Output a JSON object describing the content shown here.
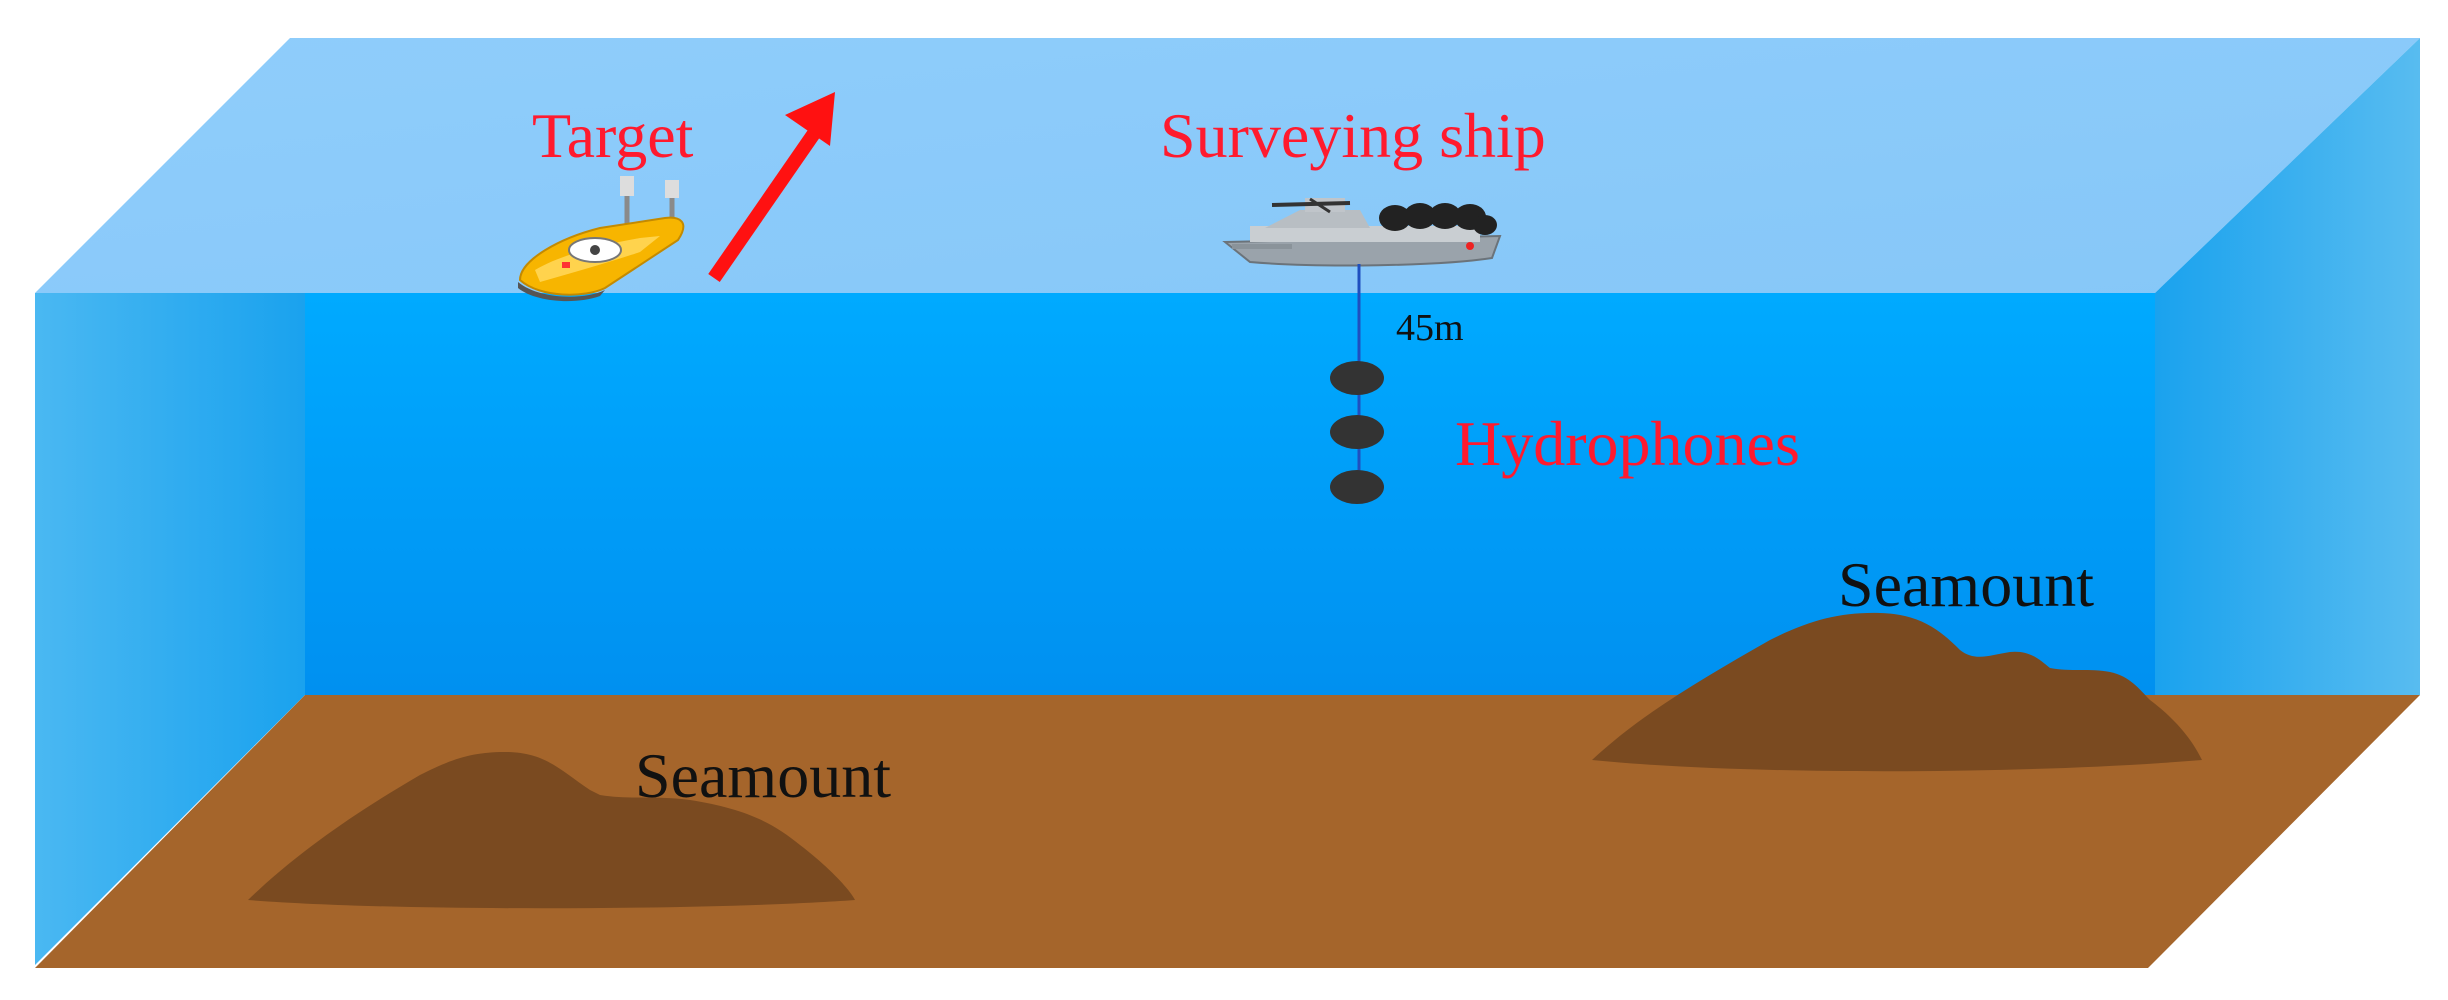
{
  "labels": {
    "target": "Target",
    "surveying_ship": "Surveying ship",
    "depth": "45m",
    "hydrophones": "Hydrophones",
    "seamount_right": "Seamount",
    "seamount_left": "Seamount"
  },
  "colors": {
    "surface": "#8ecbfa",
    "water_front_top": "#00aaff",
    "water_front_bottom": "#0091f2",
    "water_side": "#1ea6f0",
    "seabed": "#a5652b",
    "seamount": "#7a4a20",
    "arrow": "#ff1111",
    "hydrophone": "#333333",
    "label_red": "#ff1a2e",
    "label_black": "#111111"
  },
  "icons": {
    "target_boat": "yellow-unmanned-boat-icon",
    "survey_ship": "grey-warship-icon",
    "direction_arrow": "red-arrow-icon"
  },
  "hydrophone_count": 3
}
